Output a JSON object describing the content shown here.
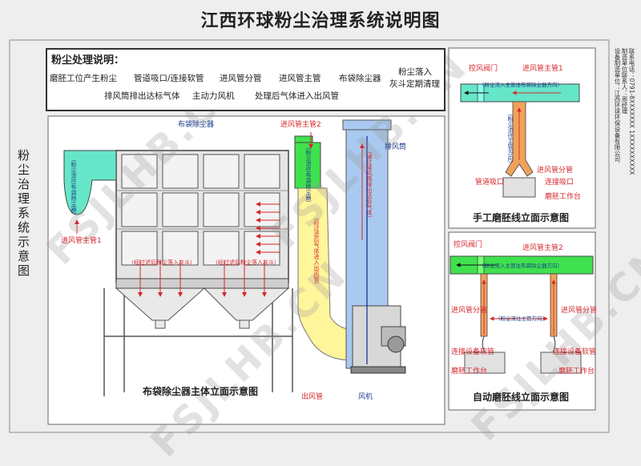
{
  "title": "江西环球粉尘治理系统说明图",
  "side_title": "粉尘治理系统示意图",
  "description": {
    "heading": "粉尘处理说明：",
    "row1": [
      "磨胚工位产生粉尘",
      "管道吸口/连接软管",
      "进风管分管",
      "进风管主管",
      "布袋除尘器"
    ],
    "row1_end": [
      "粉尘落入",
      "灰斗定期清理"
    ],
    "row2": [
      "排风筒排出达标气体",
      "主动力风机",
      "处理后气体进入出风管"
    ]
  },
  "main_view": {
    "caption": "布袋除尘器主体立面示意图",
    "labels": {
      "baghouse": "布袋除尘器",
      "inlet_main_2": "进风管主管2",
      "exhaust_stack": "排风筒",
      "inlet_main_1": "进风管主管1",
      "outlet_duct": "出风管",
      "fan": "风机",
      "note_inlet_1": "（粉尘流往布袋除尘器）",
      "note_inlet_2": "（粉尘流往布袋除尘器）",
      "note_exhaust": "（通过排风筒排出达标气体）",
      "note_outlet": "（经过滤后气体进入出风管）",
      "note_filter_1": "（经过滤后粉尘落入灰斗）",
      "note_filter_2": "（经过滤后粉尘落入灰斗）"
    }
  },
  "manual_view": {
    "caption": "手工磨胚线立面示意图",
    "labels": {
      "valve": "控风阀门",
      "inlet_main_1": "进风管主管1",
      "note_main": "（粉尘流入主管往布袋除尘器方向）",
      "note_branch": "（粉尘流往主管方向）",
      "branch": "进风管分管",
      "inlet": "管道吸口",
      "hose": "连接吸口",
      "workbench": "磨胚工作台"
    }
  },
  "auto_view": {
    "caption": "自动磨胚线立面示意图",
    "labels": {
      "valve": "控风阀门",
      "inlet_main_2": "进风管主管2",
      "note_main": "（粉尘流入主管往布袋除尘器方向）",
      "note_branch": "（粉尘流往主管方向）",
      "branch_left": "进风管分管",
      "branch_right": "进风管分管",
      "hose_left": "连接设备软管",
      "hose_right": "连接设备软管",
      "bench_left": "磨胚工作台",
      "bench_right": "磨胚工作台"
    }
  },
  "company_info": [
    "联系电话：0791-8XXXXXXX 1XXXXXXXXXX",
    "制造单位联系人：周经理",
    "设备制造单位：江西环球环保设备有限公司"
  ],
  "watermark": "FSJLHB.CN",
  "colors": {
    "arrow_red": "#d6262b",
    "duct_blue": "#0a2a8a",
    "inlet_green": "#3fe24e",
    "outlet_yellow": "#fff59b",
    "stack_blue": "#a9c9f0",
    "branch_orange": "#f0a25a",
    "cyan_pipe": "#66e6c9",
    "label_blue": "#1a3c8a"
  }
}
